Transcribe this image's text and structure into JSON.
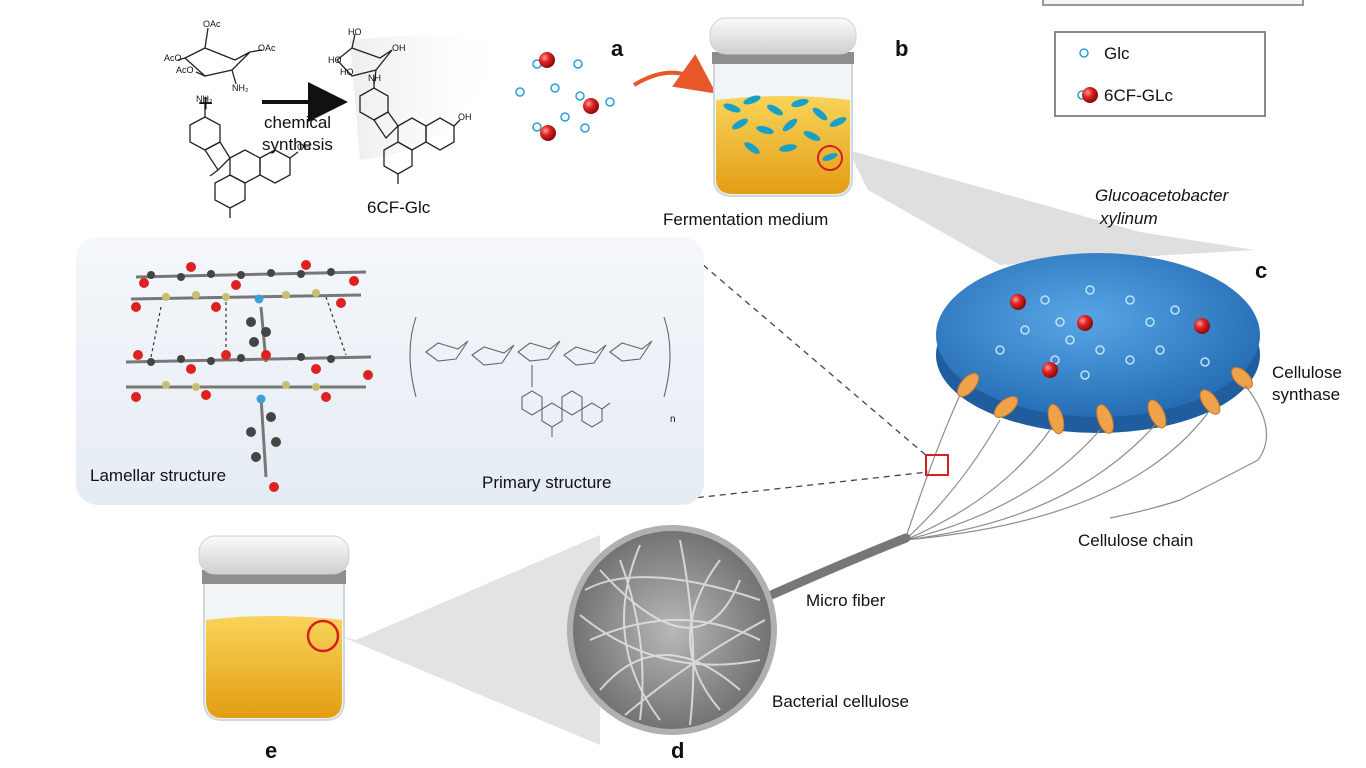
{
  "labels": {
    "a": "a",
    "b": "b",
    "c": "c",
    "d": "d",
    "e": "e",
    "chemical_synthesis_line1": "chemical",
    "chemical_synthesis_line2": "synthesis",
    "product": "6CF-Glc",
    "fermentation_medium": "Fermentation medium",
    "bacterium_line1": "Glucoacetobacter",
    "bacterium_line2": "xylinum",
    "cellulose_synthase_line1": "Cellulose",
    "cellulose_synthase_line2": "synthase",
    "cellulose_chain": "Cellulose chain",
    "micro_fiber": "Micro fiber",
    "bacterial_cellulose": "Bacterial cellulose",
    "lamellar_structure": "Lamellar structure",
    "primary_structure": "Primary structure",
    "repeat_n": "n",
    "reactant_groups": {
      "oac_top": "OAc",
      "oac_left": "AcO",
      "oac_left2": "AcO",
      "oac_right": "OAc",
      "nh2": "NH₂",
      "nh2_dye": "NH₂",
      "oh_dye": "OH"
    },
    "product_groups": {
      "ho_top": "HO",
      "ho_left": "HO",
      "ho_left2": "HO",
      "oh_right": "OH",
      "nh": "NH",
      "oh_dye": "OH"
    }
  },
  "legend": {
    "items": [
      {
        "label": "Glc",
        "symbol": "hollow-circle"
      },
      {
        "label": "6CF-GLc",
        "symbol": "red-sphere"
      }
    ]
  },
  "colors": {
    "glc": "#2a9fd6",
    "cf_glc": "#d62020",
    "medium": "#f0b525",
    "cell": "#2f7fc9",
    "synthase": "#f0a24a",
    "highlight": "#d62020",
    "arrow": "#e8572a"
  }
}
